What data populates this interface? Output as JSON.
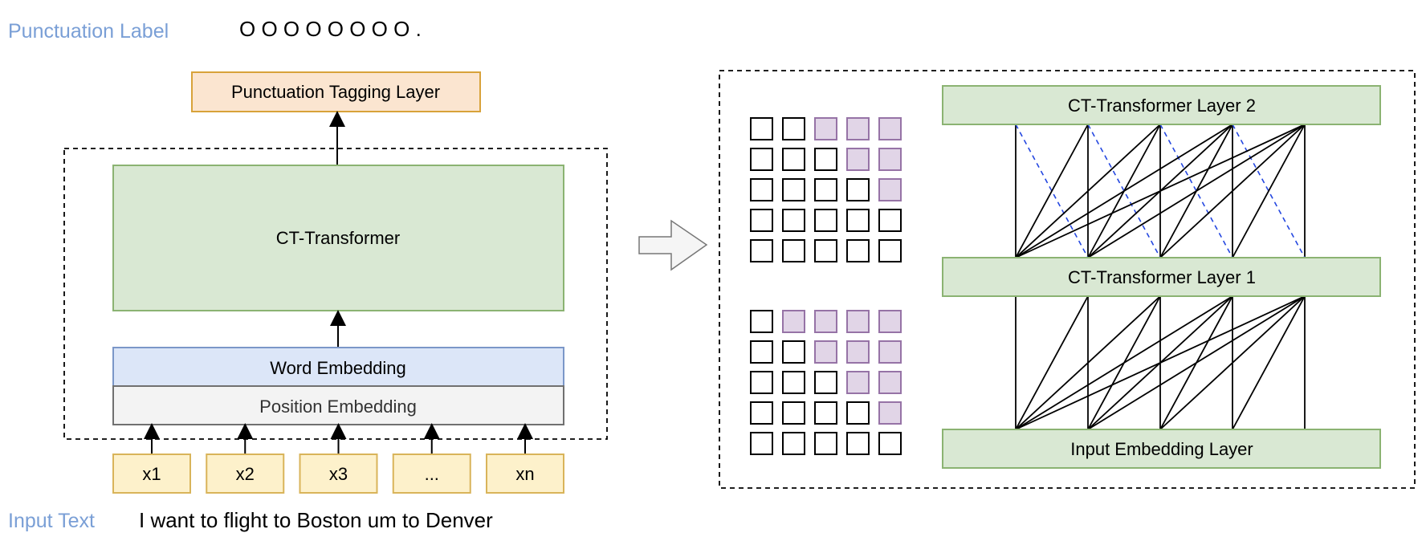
{
  "labels": {
    "punctuation_label": "Punctuation Label",
    "punctuation_value": "O O O O O O O O .",
    "input_text_label": "Input Text",
    "input_text_value": "I want to flight to Boston um to Denver"
  },
  "left_model": {
    "tagging_layer": "Punctuation Tagging Layer",
    "transformer": "CT-Transformer",
    "word_embedding": "Word Embedding",
    "position_embedding": "Position Embedding",
    "tokens": [
      "x1",
      "x2",
      "x3",
      "...",
      "xn"
    ]
  },
  "right_model": {
    "layer2": "CT-Transformer Layer 2",
    "layer1": "CT-Transformer Layer 1",
    "input_layer": "Input Embedding Layer",
    "mask_top": [
      [
        0,
        0,
        1,
        1,
        1
      ],
      [
        0,
        0,
        0,
        1,
        1
      ],
      [
        0,
        0,
        0,
        0,
        1
      ],
      [
        0,
        0,
        0,
        0,
        0
      ],
      [
        0,
        0,
        0,
        0,
        0
      ]
    ],
    "mask_bottom": [
      [
        0,
        1,
        1,
        1,
        1
      ],
      [
        0,
        0,
        1,
        1,
        1
      ],
      [
        0,
        0,
        0,
        1,
        1
      ],
      [
        0,
        0,
        0,
        0,
        1
      ],
      [
        0,
        0,
        0,
        0,
        0
      ]
    ]
  },
  "colors": {
    "label_blue": "#7a9fd6",
    "orange_fill": "#fbe5d0",
    "orange_stroke": "#d8a23a",
    "green_fill": "#d9e8d3",
    "green_stroke": "#8bb372",
    "blue_fill": "#dce6f8",
    "blue_stroke": "#7b97c8",
    "gray_fill": "#f3f3f3",
    "gray_stroke": "#707070",
    "token_fill": "#fdf1cb",
    "token_stroke": "#d9b45a",
    "mask_fill": "#e1d5e7",
    "mask_stroke": "#9673a6",
    "dashed_blue": "#2447e0"
  }
}
